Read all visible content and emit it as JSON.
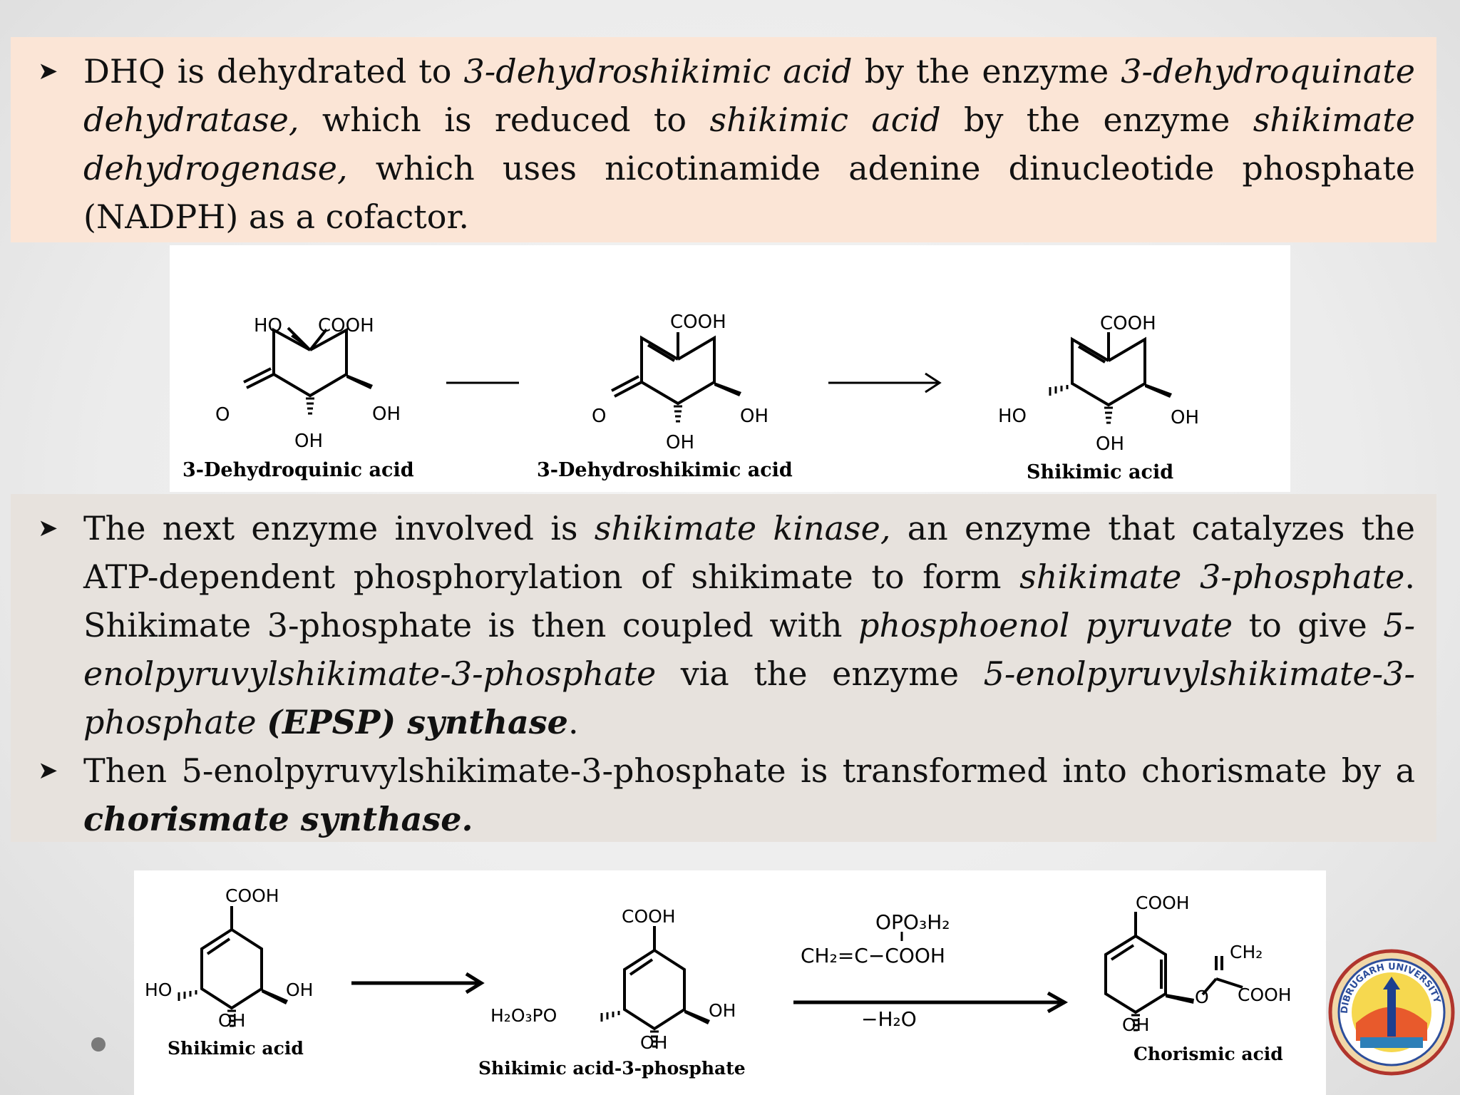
{
  "bullet1": {
    "p1": "DHQ is dehydrated to ",
    "e1": "3-dehydroshikimic acid",
    "p2": " by the enzyme ",
    "e2": "3-dehydroquinate dehydratase,",
    "p3": " which is reduced to ",
    "e3": "shikimic acid",
    "p4": " by the enzyme ",
    "e4": "shikimate dehydrogenase,",
    "p5": " which uses nicotinamide adenine dinucleotide phosphate (NADPH) as a cofactor."
  },
  "scheme1": {
    "compound1": "3-Dehydroquinic acid",
    "compound2": "3-Dehydroshikimic acid",
    "compound3": "Shikimic acid"
  },
  "bullet2": {
    "p1": "The next enzyme involved is ",
    "e1": "shikimate kinase,",
    "p2": " an enzyme that catalyzes the ATP-dependent phosphorylation of shikimate to form ",
    "e2": "shikimate 3-phosphate",
    "p3": ". Shikimate 3-phosphate is then coupled with ",
    "e3": "phosphoenol pyruvate",
    "p4": " to give ",
    "e4": "5-enolpyruvylshikimate-3-phosphate",
    "p5": " via the enzyme ",
    "e5": "5-enolpyruvylshikimate-3-phosphate",
    "e6": "(EPSP) synthase",
    "p6": "."
  },
  "bullet3": {
    "p1": "Then 5-enolpyruvylshikimate-3-phosphate is transformed into chorismate by a ",
    "e1": "chorismate synthase."
  },
  "scheme2": {
    "compound1": "Shikimic acid",
    "compound2": "Shikimic acid-3-phosphate",
    "compound3": "Chorismic acid",
    "reagent_top": "OPO₃H₂",
    "reagent_main": "CH₂=C−COOH",
    "reagent_bottom": "−H₂O"
  },
  "logo": {
    "text_top": "DIBRUGARH UNIVERSITY"
  }
}
